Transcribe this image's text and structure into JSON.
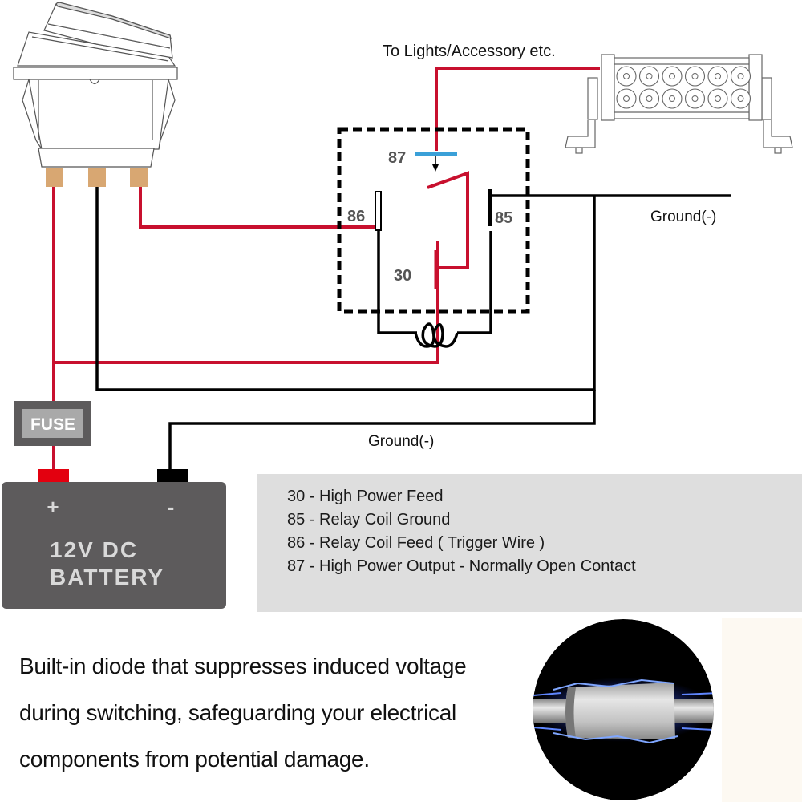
{
  "diagram": {
    "title": "Relay wiring diagram",
    "top_label": "To Lights/Accessory etc.",
    "ground_label_right": "Ground(-)",
    "ground_label_bottom": "Ground(-)",
    "fuse_label": "FUSE",
    "battery": {
      "positive_symbol": "+",
      "negative_symbol": "-",
      "line1": "12V DC",
      "line2": "BATTERY"
    },
    "relay_pins": {
      "p87": "87",
      "p86": "86",
      "p85": "85",
      "p30": "30"
    },
    "components": {
      "switch": "rocker-switch",
      "load": "led-light-bar",
      "relay": "relay",
      "coil": "relay-coil",
      "fuse": "fuse",
      "battery": "battery"
    },
    "colors": {
      "power_wire": "#c8102e",
      "ground_wire": "#000000",
      "contact_87": "#3aa0d8",
      "battery_body": "#5d5b5c",
      "battery_text": "#d9d9d9",
      "fuse_body": "#5d5b5c",
      "fuse_label_bg": "#a9a9a9",
      "switch_terminal": "#d8a772",
      "label_gray": "#555555"
    }
  },
  "legend": {
    "items": [
      "30 - High Power Feed",
      "85 - Relay Coil Ground",
      "86 - Relay Coil Feed ( Trigger Wire )",
      "87 - High Power Output - Normally Open Contact"
    ]
  },
  "description": {
    "lines": [
      "Built-in diode that suppresses induced voltage",
      "during switching, safeguarding your electrical",
      "components from potential damage."
    ]
  },
  "illustration": {
    "name": "diode-spark-image"
  }
}
